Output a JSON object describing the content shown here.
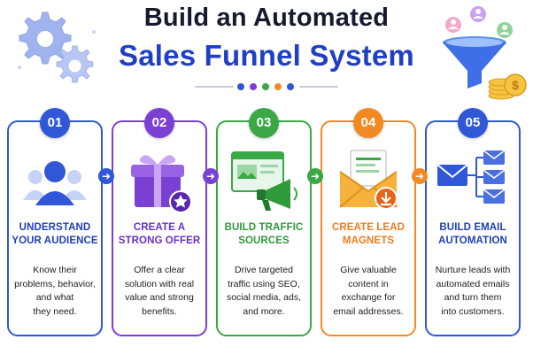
{
  "header": {
    "title_line1": "Build an Automated",
    "title_line2": "Sales Funnel System"
  },
  "colors": {
    "navy": "#151a2e",
    "blue": "#2f57d8",
    "purple": "#7a3fd3",
    "green": "#3aa845",
    "orange": "#f28a24"
  },
  "steps": [
    {
      "number": "01",
      "heading_line1": "UNDERSTAND",
      "heading_line2": "YOUR AUDIENCE",
      "desc_line1": "Know their",
      "desc_line2": "problems, behavior,",
      "desc_line3": "and what",
      "desc_line4": "they need.",
      "icon": "audience-icon",
      "color": "#2f57d8"
    },
    {
      "number": "02",
      "heading_line1": "CREATE A",
      "heading_line2": "STRONG OFFER",
      "desc_line1": "Offer a clear",
      "desc_line2": "solution with real",
      "desc_line3": "value and strong",
      "desc_line4": "benefits.",
      "icon": "gift-icon",
      "color": "#7a3fd3"
    },
    {
      "number": "03",
      "heading_line1": "BUILD TRAFFIC",
      "heading_line2": "SOURCES",
      "desc_line1": "Drive targeted",
      "desc_line2": "traffic using SEO,",
      "desc_line3": "social media, ads,",
      "desc_line4": "and more.",
      "icon": "megaphone-icon",
      "color": "#3aa845"
    },
    {
      "number": "04",
      "heading_line1": "CREATE LEAD",
      "heading_line2": "MAGNETS",
      "desc_line1": "Give valuable",
      "desc_line2": "content in",
      "desc_line3": "exchange for",
      "desc_line4": "email addresses.",
      "icon": "envelope-download-icon",
      "color": "#f28a24"
    },
    {
      "number": "05",
      "heading_line1": "BUILD EMAIL",
      "heading_line2": "AUTOMATION",
      "desc_line1": "Nurture leads with",
      "desc_line2": "automated emails",
      "desc_line3": "and turn them",
      "desc_line4": "into customers.",
      "icon": "email-flow-icon",
      "color": "#2f57d8"
    }
  ]
}
